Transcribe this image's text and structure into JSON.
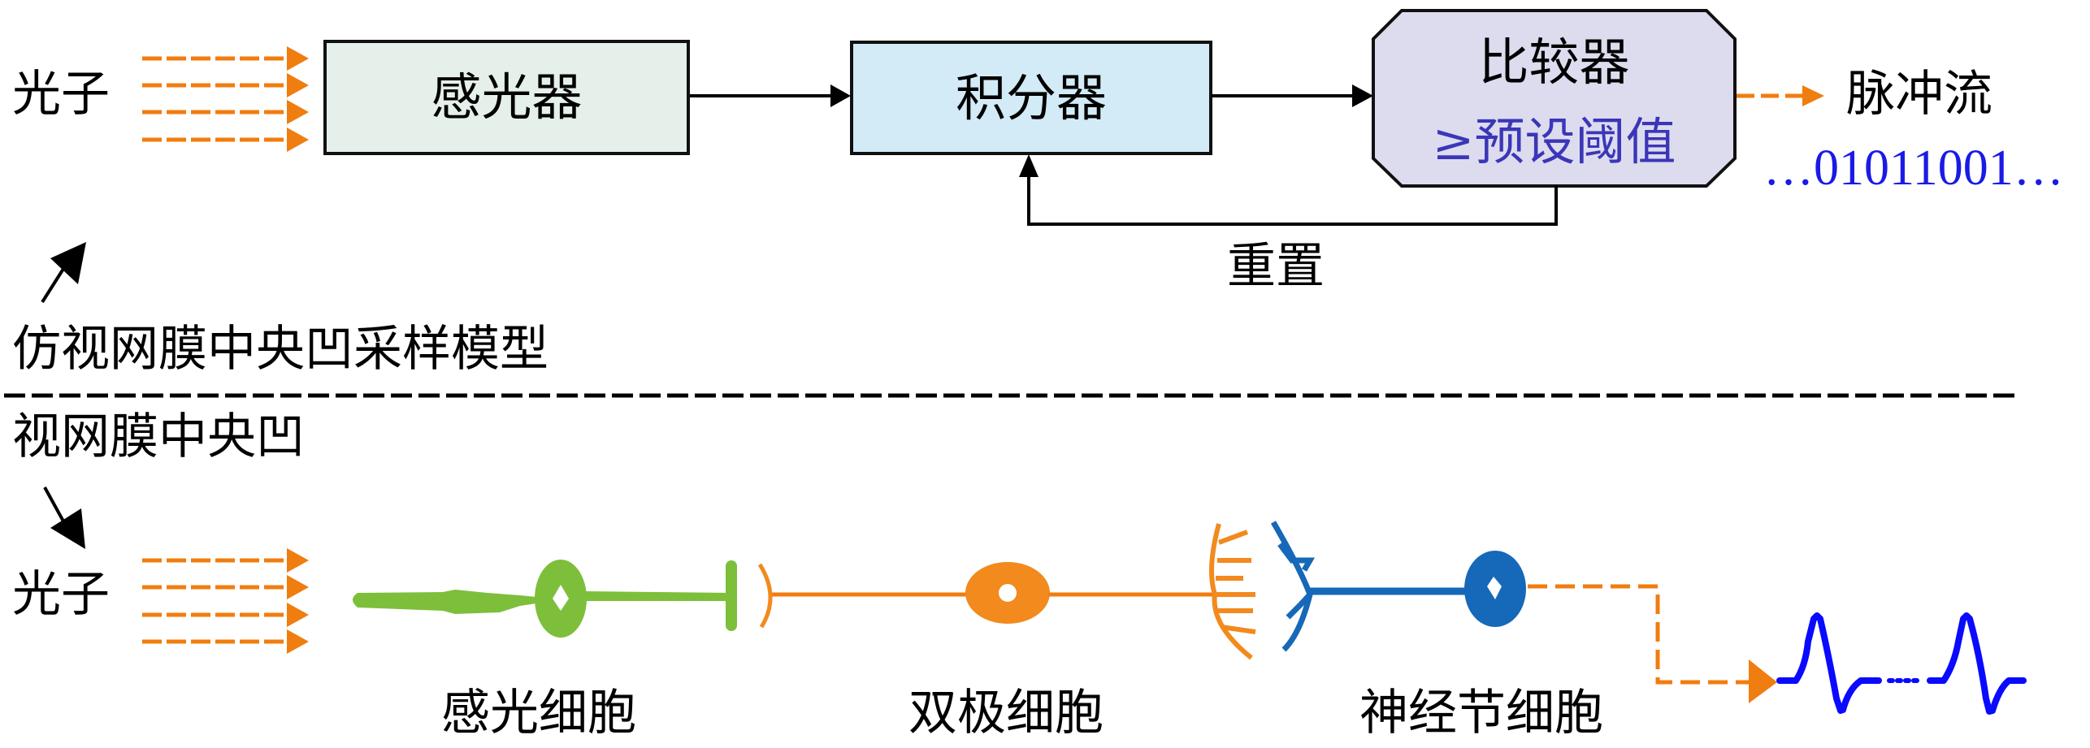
{
  "top_section": {
    "photon_label": "光子",
    "blocks": {
      "photoreceptor": "感光器",
      "integrator": "积分器",
      "comparator_title": "比较器",
      "comparator_condition": "≥预设阈值"
    },
    "feedback_label": "重置",
    "output_label": "脉冲流",
    "output_bits": "…01011001…",
    "model_title": "仿视网膜中央凹采样模型"
  },
  "bottom_section": {
    "section_title": "视网膜中央凹",
    "photon_label": "光子",
    "cells": [
      {
        "name": "感光细胞",
        "color": "#7dbf3a"
      },
      {
        "name": "双极细胞",
        "color": "#f28a1e"
      },
      {
        "name": "神经节细胞",
        "color": "#1668b8"
      }
    ]
  },
  "colors": {
    "photon_arrow": "#f07d0f",
    "photoreceptor_fill": "#e5f0ea",
    "integrator_fill": "#d3ebf7",
    "comparator_fill": "#dcdcee",
    "comparator_text": "#3b36b8",
    "binary_text": "#1a1ae6",
    "spike_wave": "#0a0aff",
    "line": "#000000"
  }
}
